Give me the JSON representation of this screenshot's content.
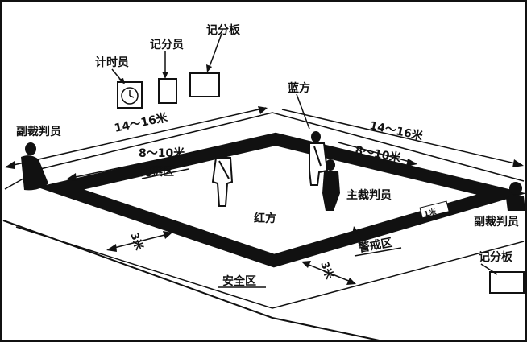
{
  "labels": {
    "timekeeper": "计时员",
    "scorer": "记分员",
    "scoreboard": "记分板",
    "scoreboard_right": "记分板",
    "blue_side": "蓝方",
    "red_side": "红方",
    "assistant_judge_left": "副裁判员",
    "assistant_judge_right": "副裁判员",
    "main_judge": "主裁判员",
    "outer_size_left": "14～16米",
    "outer_size_right": "14～16米",
    "inner_size_left": "8～10米",
    "inner_size_right": "8～10米",
    "competition_area": "比赛区",
    "safety_area": "安全区",
    "warning_area": "警戒区",
    "three_m_left": "3米",
    "three_m_right": "3米",
    "line_mark": "1米"
  },
  "colors": {
    "ink": "#111111",
    "paper": "#ffffff"
  }
}
